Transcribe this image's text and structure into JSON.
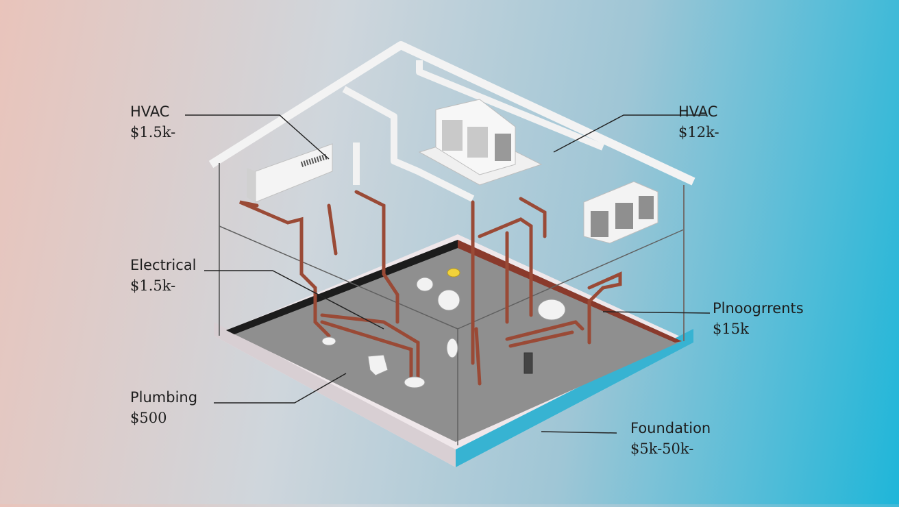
{
  "colors": {
    "accent": "#1fb6d9",
    "pipe": "#9a4a36",
    "slab": "#8f8f8f",
    "wall_frame": "#ffffff"
  },
  "icons": {
    "roof": "house-roof-frame-icon",
    "hvac_unit": "hvac-condenser-icon",
    "vent": "air-vent-icon",
    "panel": "electrical-panel-icon",
    "pipes": "copper-pipe-icon",
    "fixtures": "plumbing-fixture-icon"
  },
  "labels": {
    "hvac_left": {
      "name": "HVAC",
      "cost": "$1.5k-"
    },
    "hvac_right": {
      "name": "HVAC",
      "cost": "$12k-"
    },
    "electrical": {
      "name": "Electrical",
      "cost": "$1.5k-"
    },
    "plumbing": {
      "name": "Plumbing",
      "cost": "$500"
    },
    "improvements": {
      "name": "Plnoogrrents",
      "cost": "$15k"
    },
    "foundation": {
      "name": "Foundation",
      "cost": "$5k-50k-"
    }
  }
}
